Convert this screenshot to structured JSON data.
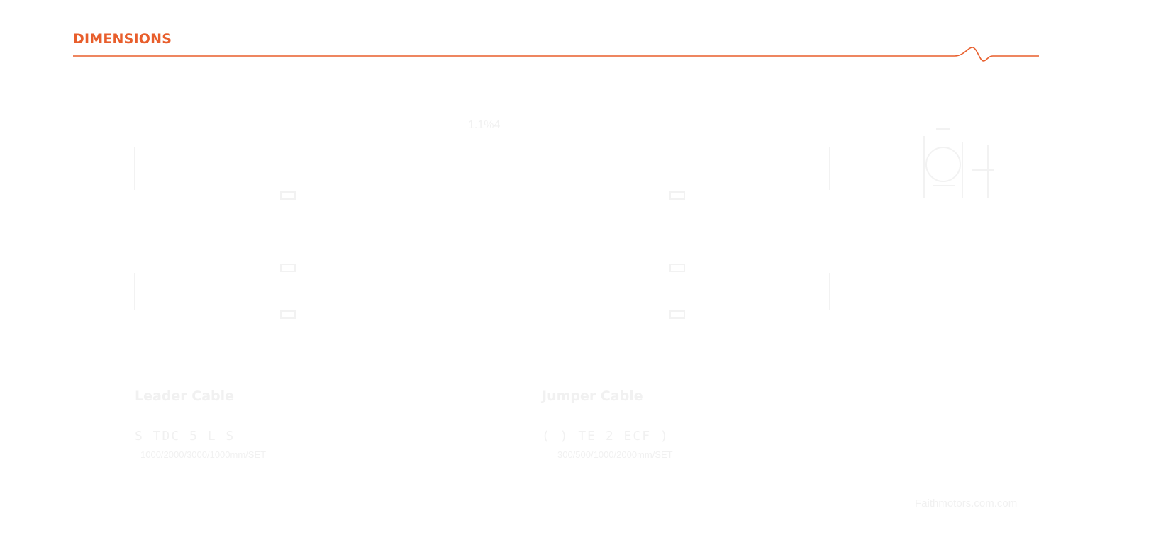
{
  "header": {
    "title": "DIMENSIONS",
    "accent_color": "#e85e2c"
  },
  "drawing": {
    "top_dimension": "1.1%4"
  },
  "cables": [
    {
      "title": "Leader Cable",
      "part_code": "S TDC      5      L     S",
      "spec": "1000/2000/3000/1000mm/SET"
    },
    {
      "title": "Jumper Cable",
      "part_code": "( ) TE        2      ECF )",
      "spec": "300/500/1000/2000mm/SET"
    }
  ],
  "footer": {
    "brand": "Faithmotors.com.com"
  }
}
